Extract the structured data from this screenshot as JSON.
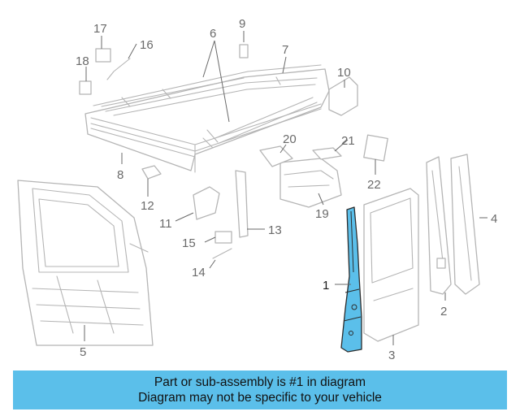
{
  "banner": {
    "line1": "Part or sub-assembly is #1 in diagram",
    "line2": "Diagram may not be specific to your vehicle"
  },
  "highlight_color": "#5bbfea",
  "callouts": [
    {
      "id": "1",
      "label": "1",
      "highlighted": true
    },
    {
      "id": "2",
      "label": "2"
    },
    {
      "id": "3",
      "label": "3"
    },
    {
      "id": "4",
      "label": "4"
    },
    {
      "id": "5",
      "label": "5"
    },
    {
      "id": "6",
      "label": "6"
    },
    {
      "id": "7",
      "label": "7"
    },
    {
      "id": "8",
      "label": "8"
    },
    {
      "id": "9",
      "label": "9"
    },
    {
      "id": "10",
      "label": "10"
    },
    {
      "id": "11",
      "label": "11"
    },
    {
      "id": "12",
      "label": "12"
    },
    {
      "id": "13",
      "label": "13"
    },
    {
      "id": "14",
      "label": "14"
    },
    {
      "id": "15",
      "label": "15"
    },
    {
      "id": "16",
      "label": "16"
    },
    {
      "id": "17",
      "label": "17"
    },
    {
      "id": "18",
      "label": "18"
    },
    {
      "id": "19",
      "label": "19"
    },
    {
      "id": "20",
      "label": "20"
    },
    {
      "id": "21",
      "label": "21"
    },
    {
      "id": "22",
      "label": "22"
    }
  ]
}
